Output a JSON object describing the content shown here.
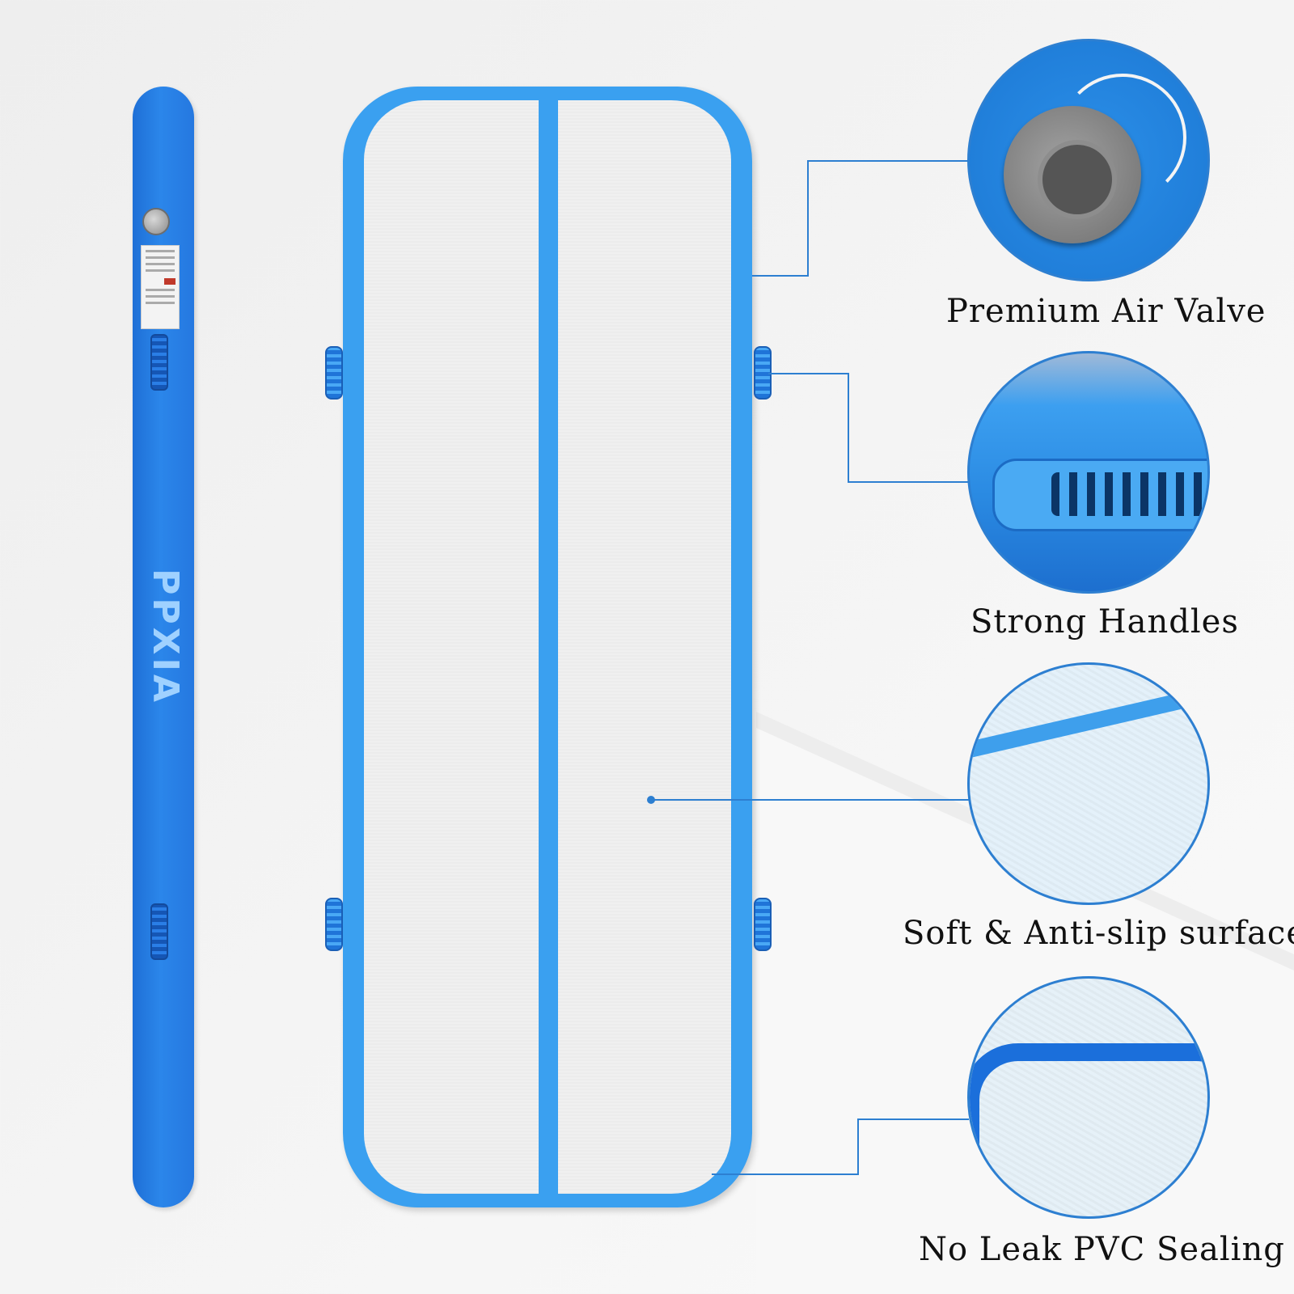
{
  "brand": {
    "logo_text": "PPXIA"
  },
  "features": [
    {
      "label": "Premium Air Valve"
    },
    {
      "label": "Strong Handles"
    },
    {
      "label": "Soft & Anti-slip surface"
    },
    {
      "label": "No Leak PVC Sealing"
    }
  ],
  "colors": {
    "accent_blue": "#2d7fd1",
    "mat_blue": "#3aa0f0",
    "roll_blue": "#2578e0",
    "surface_gray": "#f0f0f0"
  }
}
